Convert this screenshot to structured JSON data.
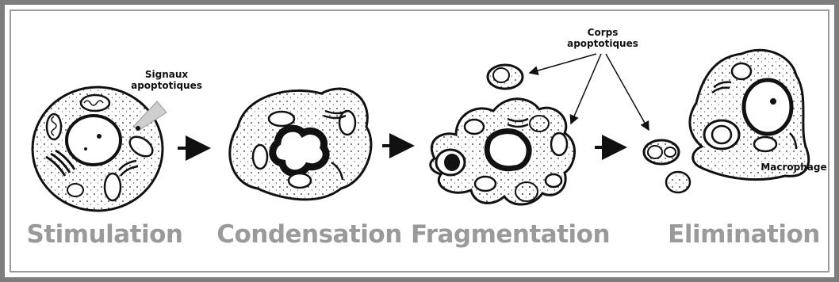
{
  "stages": [
    {
      "label": "Stimulation"
    },
    {
      "label": "Condensation"
    },
    {
      "label": "Fragmentation"
    },
    {
      "label": "Elimination"
    }
  ],
  "annotations": {
    "signals": {
      "line1": "Signaux",
      "line2": "apoptotiques"
    },
    "bodies": {
      "line1": "Corps",
      "line2": "apoptotiques"
    },
    "macrophage": "Macrophage"
  },
  "colors": {
    "frame": "#7d7d7d",
    "label_gray": "#9a9a9a",
    "ink": "#111111"
  }
}
